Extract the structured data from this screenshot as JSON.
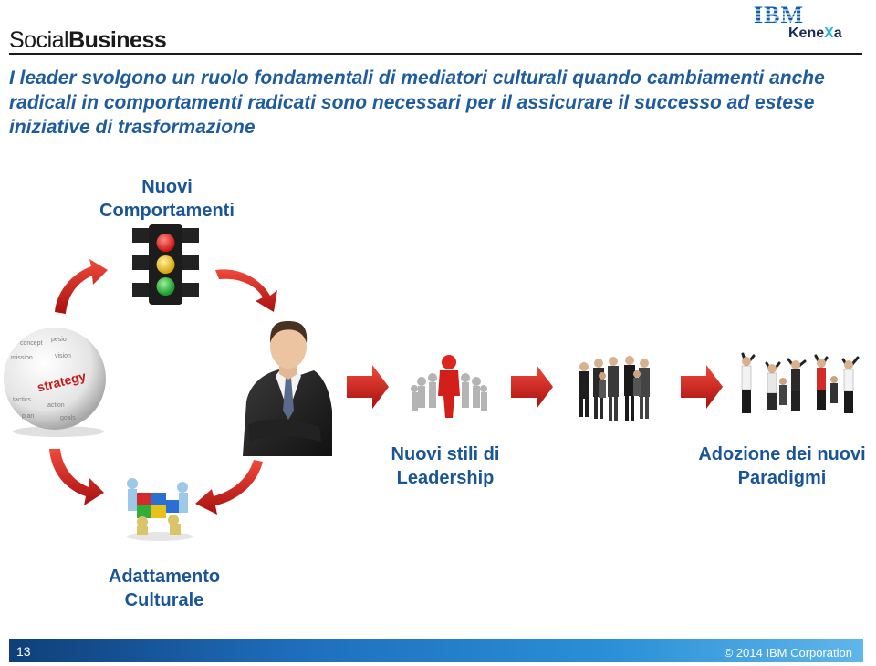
{
  "header": {
    "brand_light": "Social",
    "brand_bold": "Business",
    "logo_ibm": "IBM",
    "logo_kenexa_pre": "Kene",
    "logo_kenexa_x": "X",
    "logo_kenexa_post": "a"
  },
  "headline": "I leader svolgono un ruolo fondamentali di mediatori culturali quando cambiamenti anche radicali in comportamenti radicati sono necessari per il assicurare il successo ad estese iniziative di trasformazione",
  "cycle": {
    "top_label": "Nuovi Comportamenti",
    "bottom_label": "Adattamento Culturale",
    "globe_word": "strategy",
    "globe_words": [
      "concept",
      "pesio",
      "mission",
      "vision",
      "strategy",
      "tactics",
      "action",
      "plan",
      "goals"
    ]
  },
  "progression": {
    "stage2_label": "Nuovi stili di Leadership",
    "stage3_label": "Adozione dei nuovi Paradigmi"
  },
  "footer": {
    "page_number": "13",
    "copyright": "© 2014  IBM Corporation"
  },
  "colors": {
    "title_blue": "#1f5c9e",
    "label_blue": "#1a5596",
    "arrow_red": "#cc1a1a",
    "traffic_red": "#e02020",
    "traffic_yellow": "#e8c21a",
    "traffic_green": "#2ab33a"
  }
}
